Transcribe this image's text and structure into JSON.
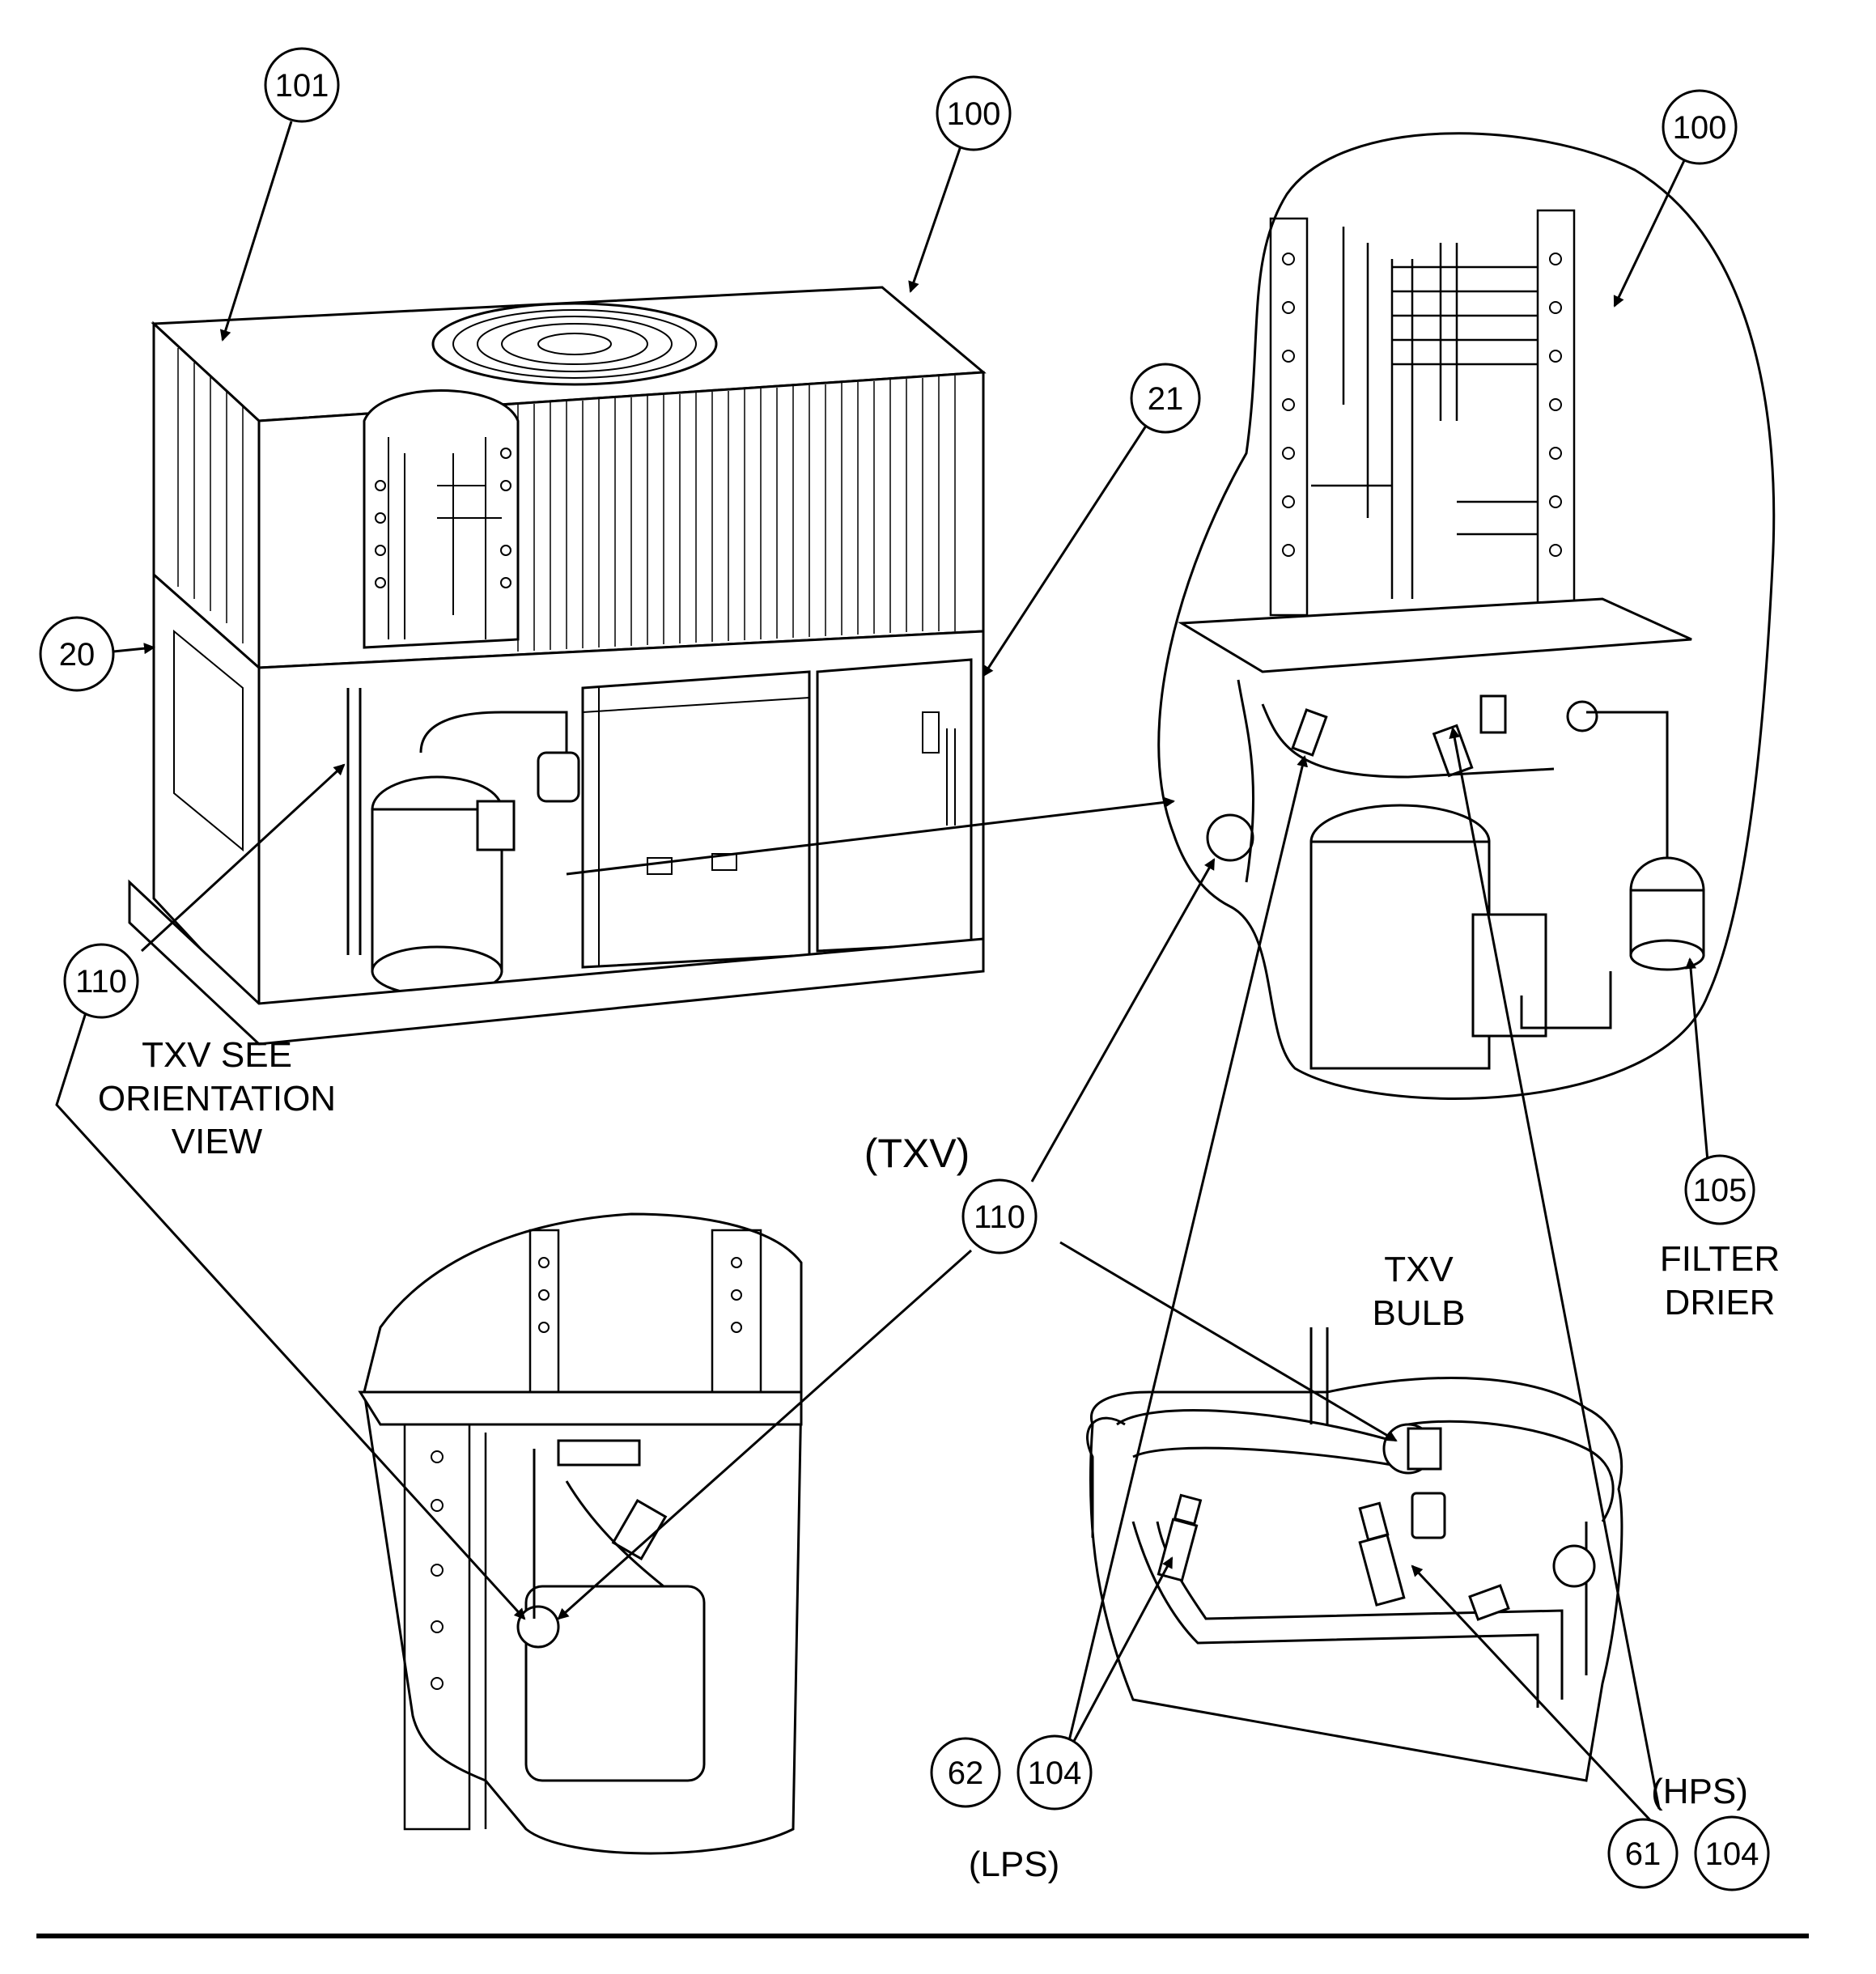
{
  "callouts": {
    "c101": "101",
    "c100_main": "100",
    "c100_detail": "100",
    "c21": "21",
    "c20": "20",
    "c110_left": "110",
    "c110_mid": "110",
    "c105": "105",
    "c62": "62",
    "c104_lps": "104",
    "c61": "61",
    "c104_hps": "104"
  },
  "labels": {
    "txv_see_1": "TXV SEE",
    "txv_see_2": "ORIENTATION",
    "txv_see_3": "VIEW",
    "txv_paren": "(TXV)",
    "filter_1": "FILTER",
    "filter_2": "DRIER",
    "txv_bulb_1": "TXV",
    "txv_bulb_2": "BULB",
    "hps": "(HPS)",
    "lps": "(LPS)"
  }
}
